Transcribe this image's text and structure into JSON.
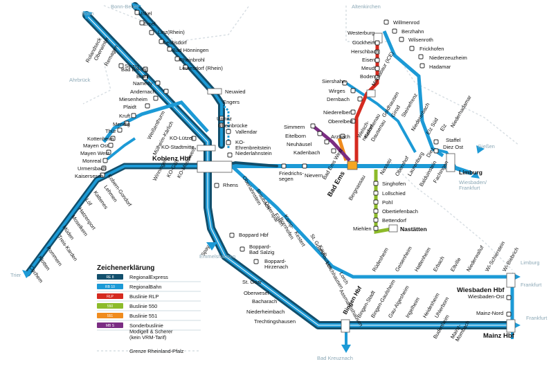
{
  "colors": {
    "regional_express": "#124f6c",
    "regional_bahn": "#1c9ad6",
    "bus_rlp": "#d52a1f",
    "bus_550": "#8dbb2a",
    "bus_551": "#f08c1e",
    "sonderbus": "#7b2d83",
    "boundary": "#d6dde2"
  },
  "hubs": {
    "koblenz": "Koblenz Hbf",
    "bad_ems": "Bad Ems",
    "limburg": "Limburg",
    "wiesbaden": "Wiesbaden Hbf",
    "mainz": "Mainz Hbf",
    "bingen": "Bingen Hbf"
  },
  "stations": {
    "unkel": "Unkel",
    "erpel": "Erpel",
    "linz": "Linz(Rhein)",
    "leubsdorf": "Leubsdorf",
    "badhoenningen": "Bad Hönningen",
    "rheinbrohl": "Rheinbrohl",
    "leutesdorf": "Leutesdorf (Rhein)",
    "neuwied": "Neuwied",
    "engers": "Engers",
    "urmitz": "Urmitz",
    "rheinbruecke": "Rheinbrücke",
    "vallendar": "Vallendar",
    "ehrenbreitstein": "KO-\nEhrenbreitstein",
    "niederlahnstein": "Niederlahnstein",
    "rolandseck": "Rolandseck",
    "oberwinter": "Oberwinter",
    "remagen": "Remagen",
    "sinzig": "Sinzig",
    "badbreisig": "Bad Breisig",
    "brohl": "Brohl",
    "namedy": "Namedy",
    "andernach": "Andernach",
    "miesenheim": "Miesenheim",
    "plaidt": "Plaidt",
    "kruft": "Kruft",
    "mendig": "Mendig",
    "thuer": "Thür",
    "kottenheim": "Kottenheim",
    "mayenost": "Mayen Ost",
    "mayenwest": "Mayen West",
    "monreal": "Monreal",
    "urmersbach": "Urmersbach",
    "kaisersesch": "Kaisersesch",
    "weissenthurm": "Weißenthurm",
    "muelheimkaerlich": "Mülheim-Kärlich",
    "koluetzel": "KO-Lützel",
    "kostadtmitte": "KO-Stadtmitte",
    "kogueels": "KO-Güls",
    "komoselweiss": "KO-Moselweiß",
    "winningen": "Winningen",
    "kobernGondorf": "Kobern-Gondorf",
    "lehmen": "Lehmen",
    "kattenes": "Kattenes",
    "loef": "Löf",
    "hatzenport": "Hatzenport",
    "moselkern": "Moselkern",
    "mueden": "Müden",
    "treiskarden": "Treis-Karden",
    "pommern": "Pommern",
    "klotten": "Klotten",
    "cochem": "Cochem",
    "rhens": "Rhens",
    "spay": "Spay",
    "boppard": "Boppard Hbf",
    "badsalzig": "Boppard-\nBad Salzig",
    "hirzenach": "Boppard-\nHirzenach",
    "stgoar": "St. Goar",
    "oberwesel": "Oberwesel",
    "bacharach": "Bacharach",
    "niederheimbach": "Niederheimbach",
    "trechtingshausen": "Trechtingshausen",
    "oberlahnstein": "Oberlahnstein",
    "braubach": "Braubach",
    "osterspai": "Osterspai",
    "filsen": "Filsen",
    "kampbornhofen": "Kamp-\nBornhofen",
    "kestert": "Kestert",
    "stgoarshausen": "St. Goarshausen",
    "kaub": "Kaub",
    "lorchhausen": "Lorchhausen",
    "lorch": "Lorch",
    "assmannshausen": "Assmannshausen",
    "ruedesheim": "Rüdesheim",
    "geisenheim": "Geisenheim",
    "hattenheim": "Hattenheim",
    "erbach": "Erbach",
    "eltville": "Eltville",
    "niederwalluf": "Niederwalluf",
    "wischierstein": "Wi-Schierstein",
    "wibiebrich": "Wi-Biebrich",
    "wiesbadenost": "Wiesbaden-Ost",
    "mainznord": "Mainz-Nord",
    "bingenstadt": "Bingen-Stadt",
    "bingengaulsheim": "Bingen-Gaulsheim",
    "gaualgesheim": "Gau-Algesheim",
    "ingelheim": "Ingelheim",
    "heidesheim": "Heidesheim",
    "uhlerborn": "Uhlerborn",
    "budenheim": "Budenheim",
    "mainzmombach": "Mainz-\nMombach",
    "friedrichssegen": "Friedrichs-\nsegen",
    "nievern": "Nievern",
    "bademswest": "Bad Ems West",
    "bergnassau": "Bergnassau",
    "nassau": "Nassau",
    "obernhof": "Obernhof",
    "laurenburg": "Laurenburg",
    "balduinstein": "Balduinstein",
    "fachingen": "Fachingen",
    "diez": "Diez",
    "diezost": "Diez Ost",
    "staffel": "Staffel",
    "elzsued": "Elz Süd",
    "elz": "Elz",
    "niederhadamar": "Niederhadamar",
    "hadamar": "Hadamar",
    "niederzeuzheim": "Niederzeuzheim",
    "frickhofen": "Frickhofen",
    "wilsenroth": "Wilsenroth",
    "berzhahn": "Berzhahn",
    "willmenrod": "Willmenrod",
    "westerburg": "Westerburg",
    "gueckheim": "Gückheim",
    "herschbach": "Herschbach",
    "eisen": "Eisen",
    "meudt": "Meudt",
    "boden": "Boden",
    "montabaur": "Montabaur (ICE)",
    "siershahn": "Siershahn",
    "wirges": "Wirges",
    "dernbach": "Dernbach",
    "goldhausen": "Goldhausen",
    "girod": "Girod",
    "steinefrenz": "Steinefrenz",
    "niedererbach": "Niedererbach",
    "niederelbert": "Niederelbert",
    "oberelbert": "Oberelbert",
    "welschneudorf": "Welsch-\nneudorf",
    "kemmenau": "Kemmenau",
    "dausenau": "Dausenau",
    "arzbach": "Arzbach",
    "simmern": "Simmern",
    "eitelborn": "Eitelborn",
    "neuhaeusel": "Neuhäusel",
    "kadenbach": "Kadenbach",
    "singhofen": "Singhofen",
    "lollschied": "Lollschied",
    "pohl": "Pohl",
    "obertiefenbach": "Obertiefenbach",
    "holzhausen": "Bettendorf",
    "miehlen": "Miehlen",
    "nastaetten": "Nastätten"
  },
  "destinations": {
    "bonnbeuel": "Bonn-Beuel",
    "bonn": "Bonn",
    "ahrbrueck": "Ahrbrück",
    "altenkirchen": "Altenkirchen",
    "giessen": "Gießen",
    "wiesbaden_frankfurt": "Wiesbaden/\nFrankfurt",
    "trier": "Trier",
    "emmelshausen": "Emmelshausen",
    "limburg_dest": "Limburg",
    "frankfurt1": "Frankfurt",
    "frankfurt2": "Frankfurt",
    "badkreuznach": "Bad Kreuznach"
  },
  "legend": {
    "title": "Zeichenerklärung",
    "items": [
      {
        "badge": "RE 8",
        "label": "RegionalExpress",
        "color": "#124f6c"
      },
      {
        "badge": "RB 10",
        "label": "RegionalBahn",
        "color": "#1c9ad6"
      },
      {
        "badge": "RLP",
        "label": "Buslinie RLP",
        "color": "#d52a1f"
      },
      {
        "badge": "550",
        "label": "Buslinie 550",
        "color": "#8dbb2a"
      },
      {
        "badge": "551",
        "label": "Buslinie 551",
        "color": "#f08c1e"
      },
      {
        "badge": "MB S",
        "label": "Sonderbuslinie\nModigell & Scherer\n(kein VRM-Tarif)",
        "color": "#7b2d83"
      }
    ],
    "boundary_label": "Grenze Rheinland-Pfalz"
  }
}
